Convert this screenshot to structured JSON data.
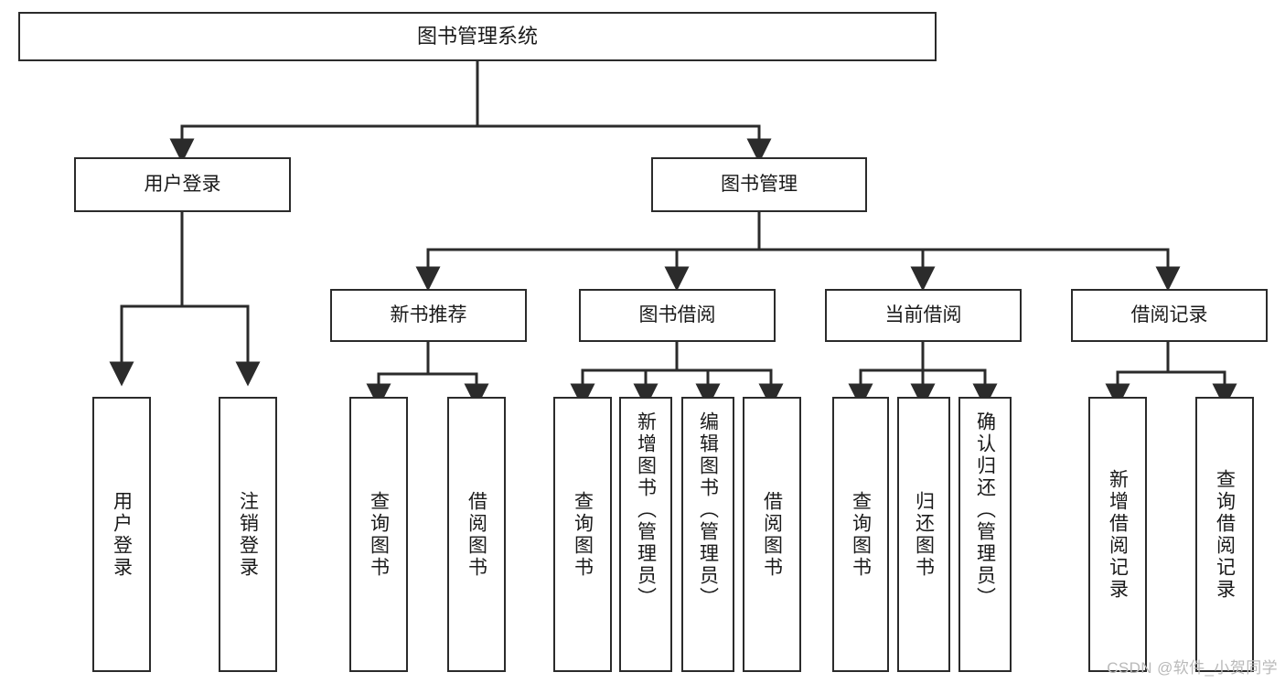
{
  "diagram": {
    "title": "图书管理系统",
    "type": "tree-hierarchy-diagram",
    "root": {
      "label": "图书管理系统"
    },
    "level1": [
      {
        "label": "用户登录"
      },
      {
        "label": "图书管理"
      }
    ],
    "level2": [
      {
        "label": "新书推荐"
      },
      {
        "label": "图书借阅"
      },
      {
        "label": "当前借阅"
      },
      {
        "label": "借阅记录"
      }
    ],
    "leaves": {
      "user_login": [
        {
          "label": "用户登录"
        },
        {
          "label": "注销登录"
        }
      ],
      "new_book_recommend": [
        {
          "label": "查询图书"
        },
        {
          "label": "借阅图书"
        }
      ],
      "book_borrow": [
        {
          "label": "查询图书"
        },
        {
          "label": "新增图书（管理员）"
        },
        {
          "label": "编辑图书（管理员）"
        },
        {
          "label": "借阅图书"
        }
      ],
      "current_borrow": [
        {
          "label": "查询图书"
        },
        {
          "label": "归还图书"
        },
        {
          "label": "确认归还（管理员）"
        }
      ],
      "borrow_records": [
        {
          "label": "新增借阅记录"
        },
        {
          "label": "查询借阅记录"
        }
      ]
    }
  },
  "watermark": {
    "text": "CSDN @软件_小贺同学"
  },
  "colors": {
    "stroke": "#2b2b2b",
    "background": "#ffffff",
    "text": "#1a1a1a",
    "watermark": "#b9b9b9"
  }
}
